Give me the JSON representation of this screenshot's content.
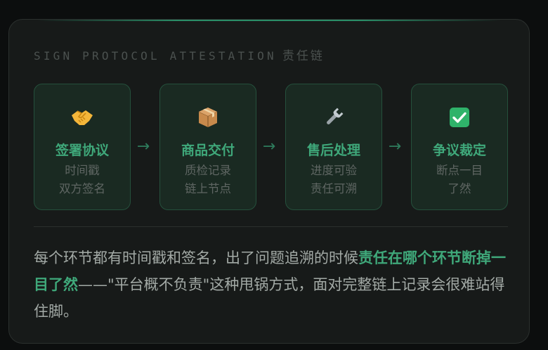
{
  "header": {
    "title_en": "SIGN PROTOCOL ATTESTATION",
    "title_zh": "责任链"
  },
  "steps": [
    {
      "icon": "handshake-icon",
      "label": "签署协议",
      "line1": "时间戳",
      "line2": "双方签名"
    },
    {
      "icon": "package-icon",
      "label": "商品交付",
      "line1": "质检记录",
      "line2": "链上节点"
    },
    {
      "icon": "wrench-icon",
      "label": "售后处理",
      "line1": "进度可验",
      "line2": "责任可溯"
    },
    {
      "icon": "check-mark-icon",
      "label": "争议裁定",
      "line1": "断点一目",
      "line2": "了然"
    }
  ],
  "arrow": "→",
  "description": {
    "part1": "每个环节都有时间戳和签名，出了问题追溯的时候",
    "highlight": "责任在哪个环节断掉一目了然",
    "part2": "——\"平台概不负责\"这种甩锅方式，面对完整链上记录会很难站得住脚。"
  },
  "colors": {
    "accent": "#3fa87a",
    "card_bg": "#171a19",
    "step_bg": "#1a2a22",
    "check_box": "#2fb36a"
  }
}
